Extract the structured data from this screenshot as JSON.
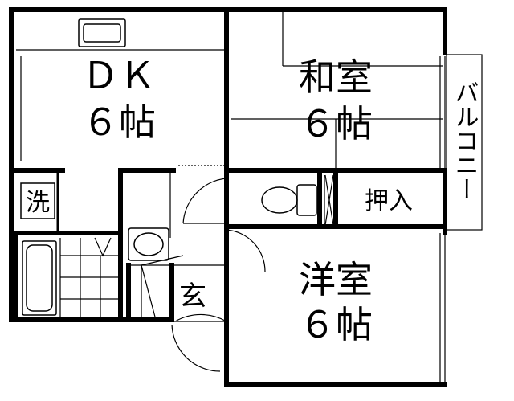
{
  "rooms": {
    "dk": {
      "name": "ＤＫ",
      "size": "６帖"
    },
    "washitsu": {
      "name": "和室",
      "size": "６帖"
    },
    "yoshitsu": {
      "name": "洋室",
      "size": "６帖"
    },
    "oshiire": {
      "name": "押入"
    },
    "genkan": {
      "name": "玄"
    },
    "senmen": {
      "name": "洗"
    },
    "balcony": {
      "name": "バルコニー"
    }
  },
  "colors": {
    "wall": "#000000",
    "line": "#000000",
    "background": "#ffffff"
  }
}
